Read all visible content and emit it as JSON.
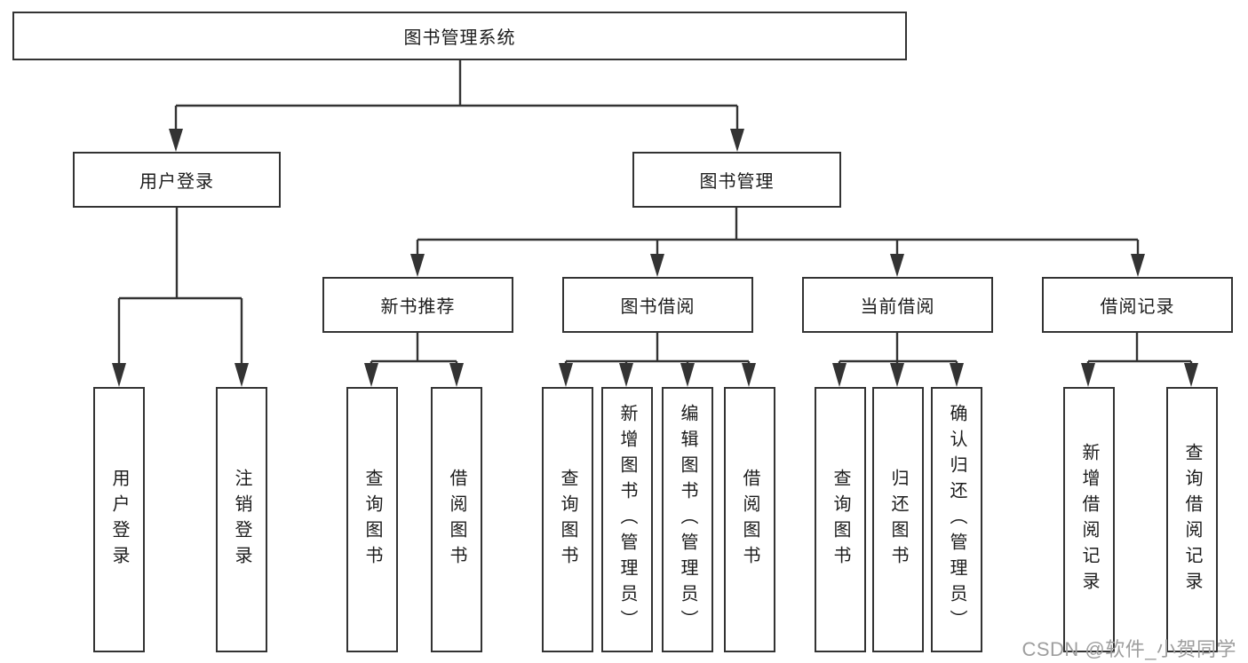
{
  "colors": {
    "line": "#333333",
    "box_border": "#333333",
    "box_background": "#ffffff",
    "text": "#1c1c1c",
    "watermark": "#9e9e9e",
    "page_background": "#ffffff"
  },
  "watermark": {
    "text": "CSDN @软件_小贺同学"
  },
  "tree": {
    "label": "图书管理系统",
    "children": [
      {
        "label": "用户登录",
        "children": [
          {
            "label": "用户登录"
          },
          {
            "label": "注销登录"
          }
        ]
      },
      {
        "label": "图书管理",
        "children": [
          {
            "label": "新书推荐",
            "children": [
              {
                "label": "查询图书"
              },
              {
                "label": "借阅图书"
              }
            ]
          },
          {
            "label": "图书借阅",
            "children": [
              {
                "label": "查询图书"
              },
              {
                "label": "新增图书（管理员）"
              },
              {
                "label": "编辑图书（管理员）"
              },
              {
                "label": "借阅图书"
              }
            ]
          },
          {
            "label": "当前借阅",
            "children": [
              {
                "label": "查询图书"
              },
              {
                "label": "归还图书"
              },
              {
                "label": "确认归还（管理员）"
              }
            ]
          },
          {
            "label": "借阅记录",
            "children": [
              {
                "label": "新增借阅记录"
              },
              {
                "label": "查询借阅记录"
              }
            ]
          }
        ]
      }
    ]
  }
}
